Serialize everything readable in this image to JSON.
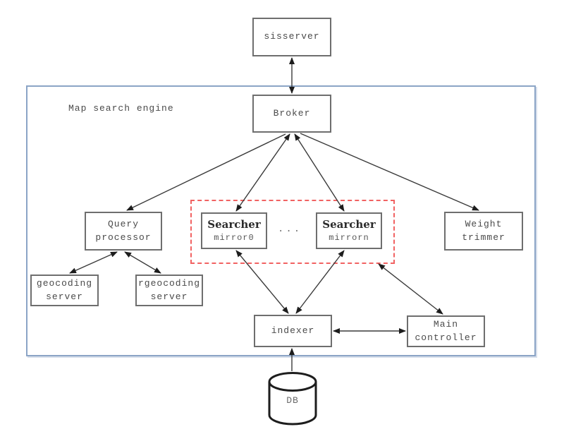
{
  "diagram": {
    "container_label": "Map search engine",
    "nodes": {
      "sisserver": {
        "label": "sisserver"
      },
      "broker": {
        "label": "Broker"
      },
      "query_processor": {
        "line1": "Query",
        "line2": "processor"
      },
      "searcher_mirror0": {
        "title": "Searcher",
        "subtitle": "mirror0"
      },
      "searcher_mirrorn": {
        "title": "Searcher",
        "subtitle": "mirrorn"
      },
      "ellipsis": "...",
      "weight_trimmer": {
        "line1": "Weight",
        "line2": "trimmer"
      },
      "geocoding_server": {
        "line1": "geocoding",
        "line2": "server"
      },
      "rgeocoding_server": {
        "line1": "rgeocoding",
        "line2": "server"
      },
      "indexer": {
        "label": "indexer"
      },
      "main_controller": {
        "line1": "Main",
        "line2": "controller"
      },
      "db": {
        "label": "DB"
      }
    },
    "edges": [
      {
        "from": "sisserver",
        "to": "broker",
        "bidirectional": true
      },
      {
        "from": "broker",
        "to": "query_processor",
        "bidirectional": false
      },
      {
        "from": "broker",
        "to": "searcher_mirror0",
        "bidirectional": true
      },
      {
        "from": "broker",
        "to": "searcher_mirrorn",
        "bidirectional": true
      },
      {
        "from": "broker",
        "to": "weight_trimmer",
        "bidirectional": false
      },
      {
        "from": "query_processor",
        "to": "geocoding_server",
        "bidirectional": true
      },
      {
        "from": "query_processor",
        "to": "rgeocoding_server",
        "bidirectional": true
      },
      {
        "from": "searcher_mirror0",
        "to": "indexer",
        "bidirectional": true
      },
      {
        "from": "searcher_mirrorn",
        "to": "indexer",
        "bidirectional": true
      },
      {
        "from": "indexer",
        "to": "main_controller",
        "bidirectional": true
      },
      {
        "from": "searcher_mirrorn",
        "to": "main_controller",
        "bidirectional": true
      },
      {
        "from": "db",
        "to": "indexer",
        "bidirectional": false
      }
    ],
    "colors": {
      "container_border": "#8ba4c6",
      "mirror_group_border": "#f16262",
      "node_border": "#6e6e6e",
      "arrow": "#3a3a3a",
      "text": "#4a4a4a"
    }
  }
}
